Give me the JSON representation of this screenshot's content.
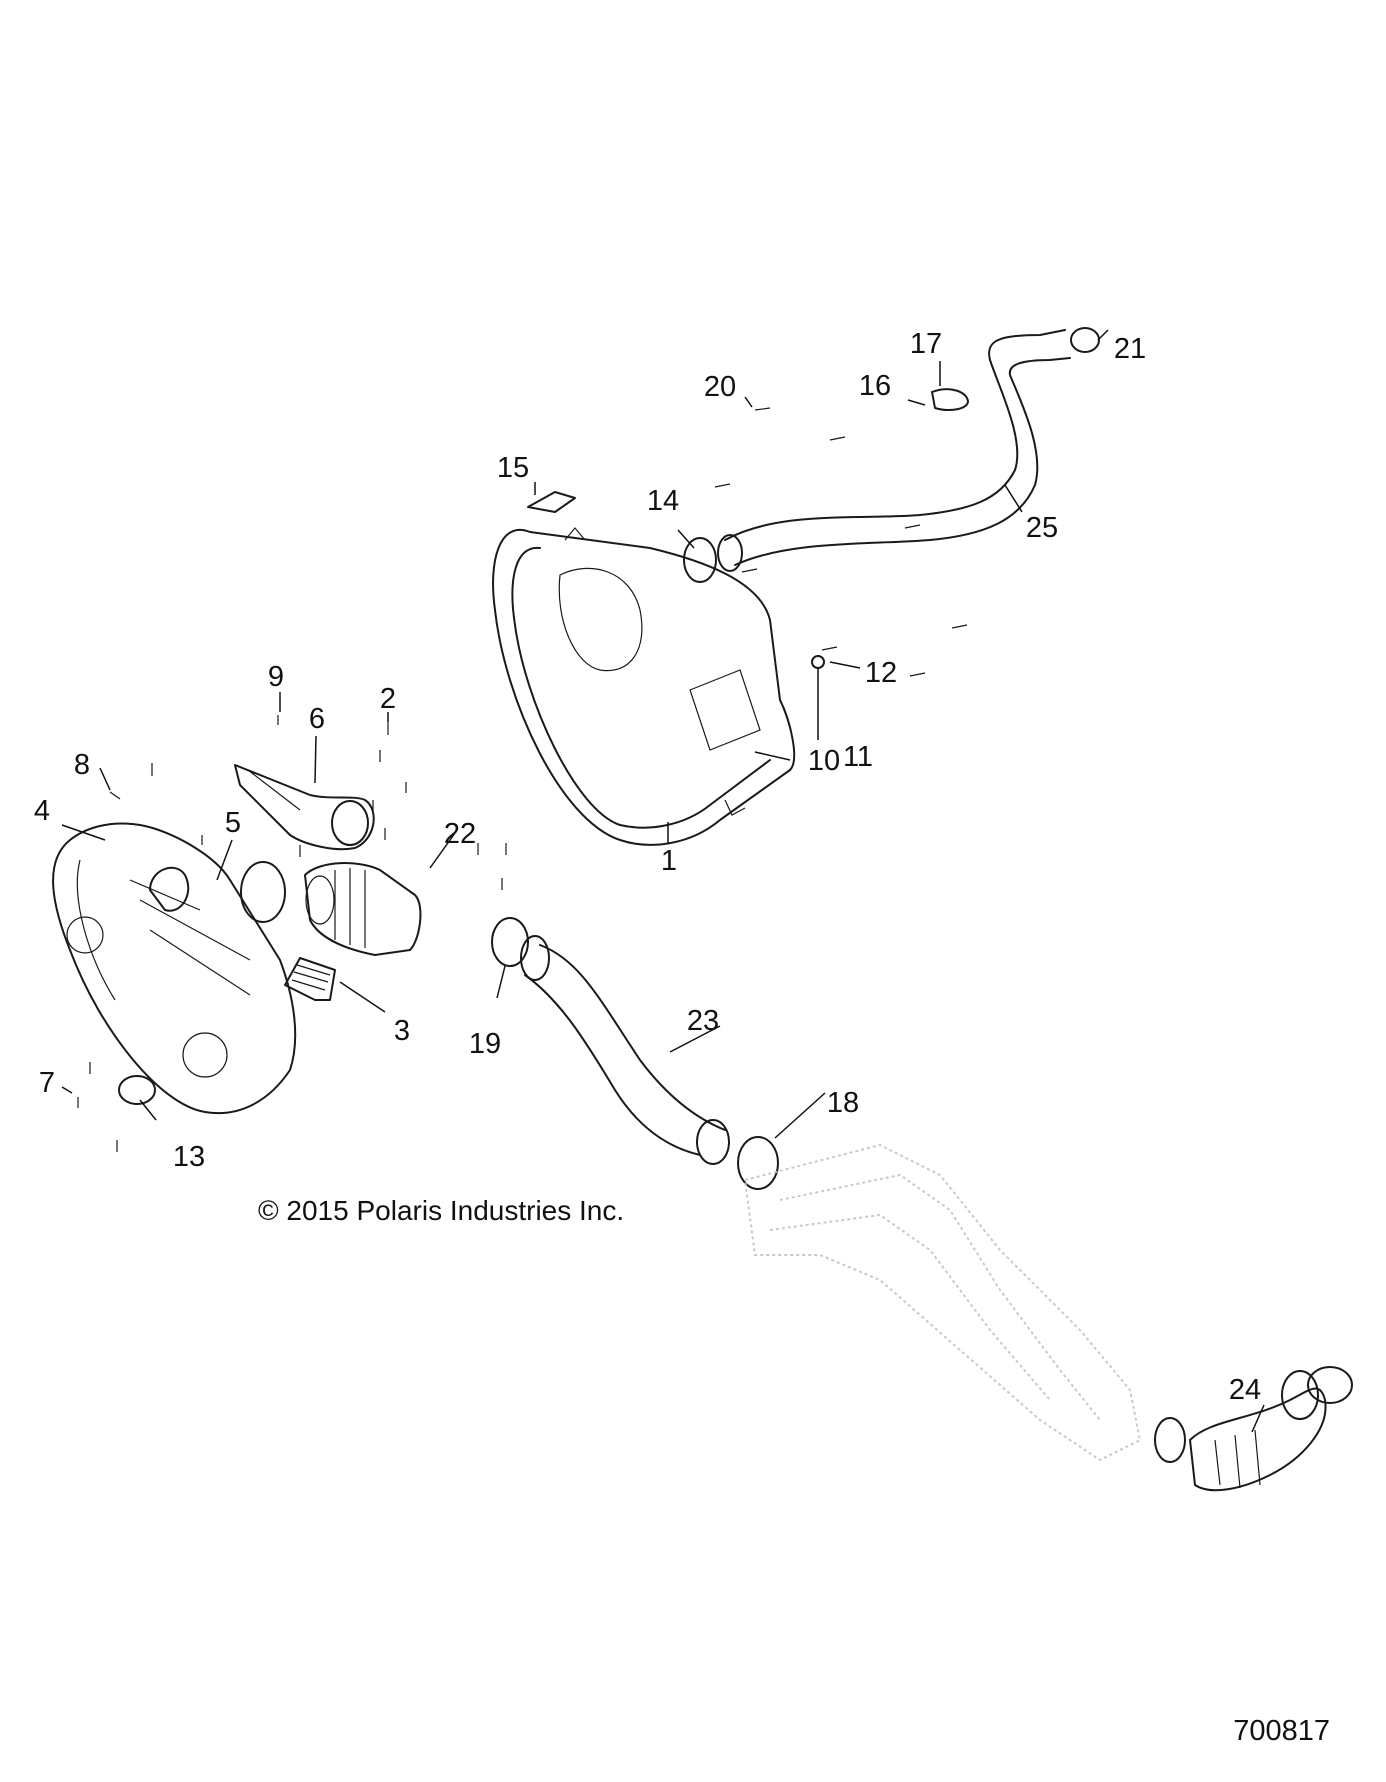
{
  "callouts": [
    "1",
    "2",
    "3",
    "4",
    "5",
    "6",
    "7",
    "8",
    "9",
    "10",
    "11",
    "12",
    "13",
    "14",
    "15",
    "16",
    "17",
    "18",
    "19",
    "20",
    "21",
    "22",
    "23",
    "24",
    "25"
  ],
  "copyright": "© 2015 Polaris Industries Inc.",
  "figure_number": "700817"
}
